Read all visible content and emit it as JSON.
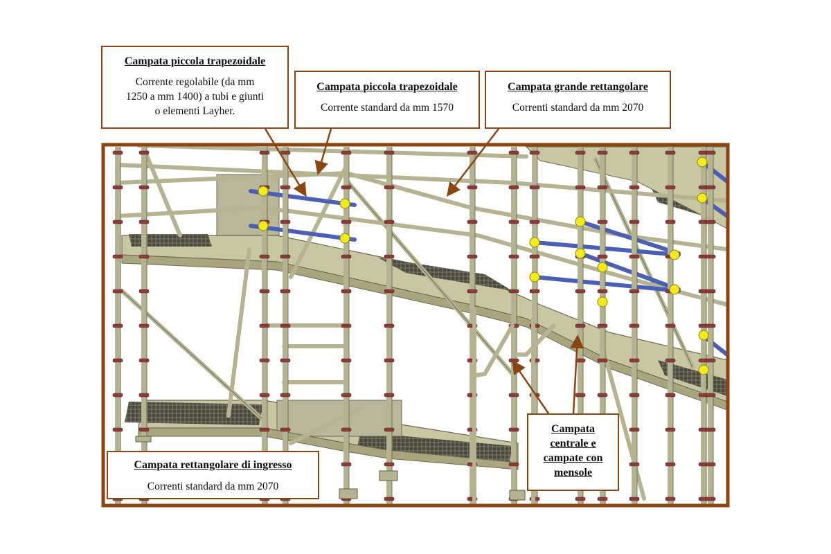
{
  "callouts": {
    "top_left": {
      "title": "Campata piccola trapezoidale",
      "lines": [
        "Corrente regolabile (da mm",
        "1250 a mm 1400) a tubi e giunti",
        "o elementi Layher."
      ]
    },
    "top_middle": {
      "title": "Campata piccola trapezoidale",
      "text": "Corrente standard da mm 1570"
    },
    "top_right": {
      "title": "Campata grande rettangolare",
      "text": "Correnti standard da mm 2070"
    },
    "bottom_left": {
      "title": "Campata rettangolare di ingresso",
      "text": "Correnti standard da mm 2070"
    },
    "bottom_right": {
      "title_lines": [
        "Campata",
        "centrale e",
        "campate con",
        "mensole"
      ]
    }
  },
  "colors": {
    "frame": "#8b4513",
    "arrow": "#8b4513",
    "tube": "#b4b492",
    "tube_edge": "#5e5e44",
    "deck": "#c9c6a2",
    "deck_dark": "#a9a67f",
    "grating": "#3b3b32",
    "ring": "#8c3b3b",
    "coupler": "#f2ea1a",
    "blue_tube": "#4a5fb5"
  }
}
